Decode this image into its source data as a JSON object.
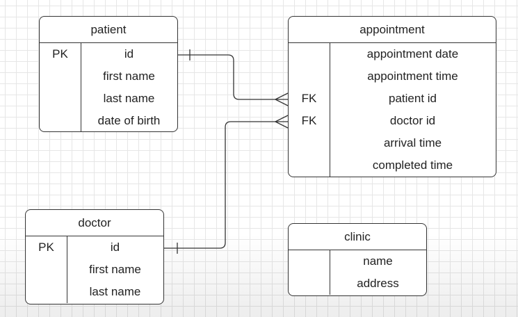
{
  "entities": {
    "patient": {
      "title": "patient",
      "rows": [
        {
          "key": "PK",
          "field": "id"
        },
        {
          "key": "",
          "field": "first name"
        },
        {
          "key": "",
          "field": "last name"
        },
        {
          "key": "",
          "field": "date of birth"
        }
      ]
    },
    "appointment": {
      "title": "appointment",
      "rows": [
        {
          "key": "",
          "field": "appointment date"
        },
        {
          "key": "",
          "field": "appointment time"
        },
        {
          "key": "FK",
          "field": "patient id"
        },
        {
          "key": "FK",
          "field": "doctor id"
        },
        {
          "key": "",
          "field": "arrival time"
        },
        {
          "key": "",
          "field": "completed time"
        }
      ]
    },
    "doctor": {
      "title": "doctor",
      "rows": [
        {
          "key": "PK",
          "field": "id"
        },
        {
          "key": "",
          "field": "first name"
        },
        {
          "key": "",
          "field": "last name"
        }
      ]
    },
    "clinic": {
      "title": "clinic",
      "rows": [
        {
          "key": "",
          "field": "name"
        },
        {
          "key": "",
          "field": "address"
        }
      ]
    }
  },
  "relationships": [
    {
      "from": "patient.id",
      "to": "appointment.patient id",
      "from_cardinality": "one",
      "to_cardinality": "many"
    },
    {
      "from": "doctor.id",
      "to": "appointment.doctor id",
      "from_cardinality": "one",
      "to_cardinality": "many"
    }
  ]
}
